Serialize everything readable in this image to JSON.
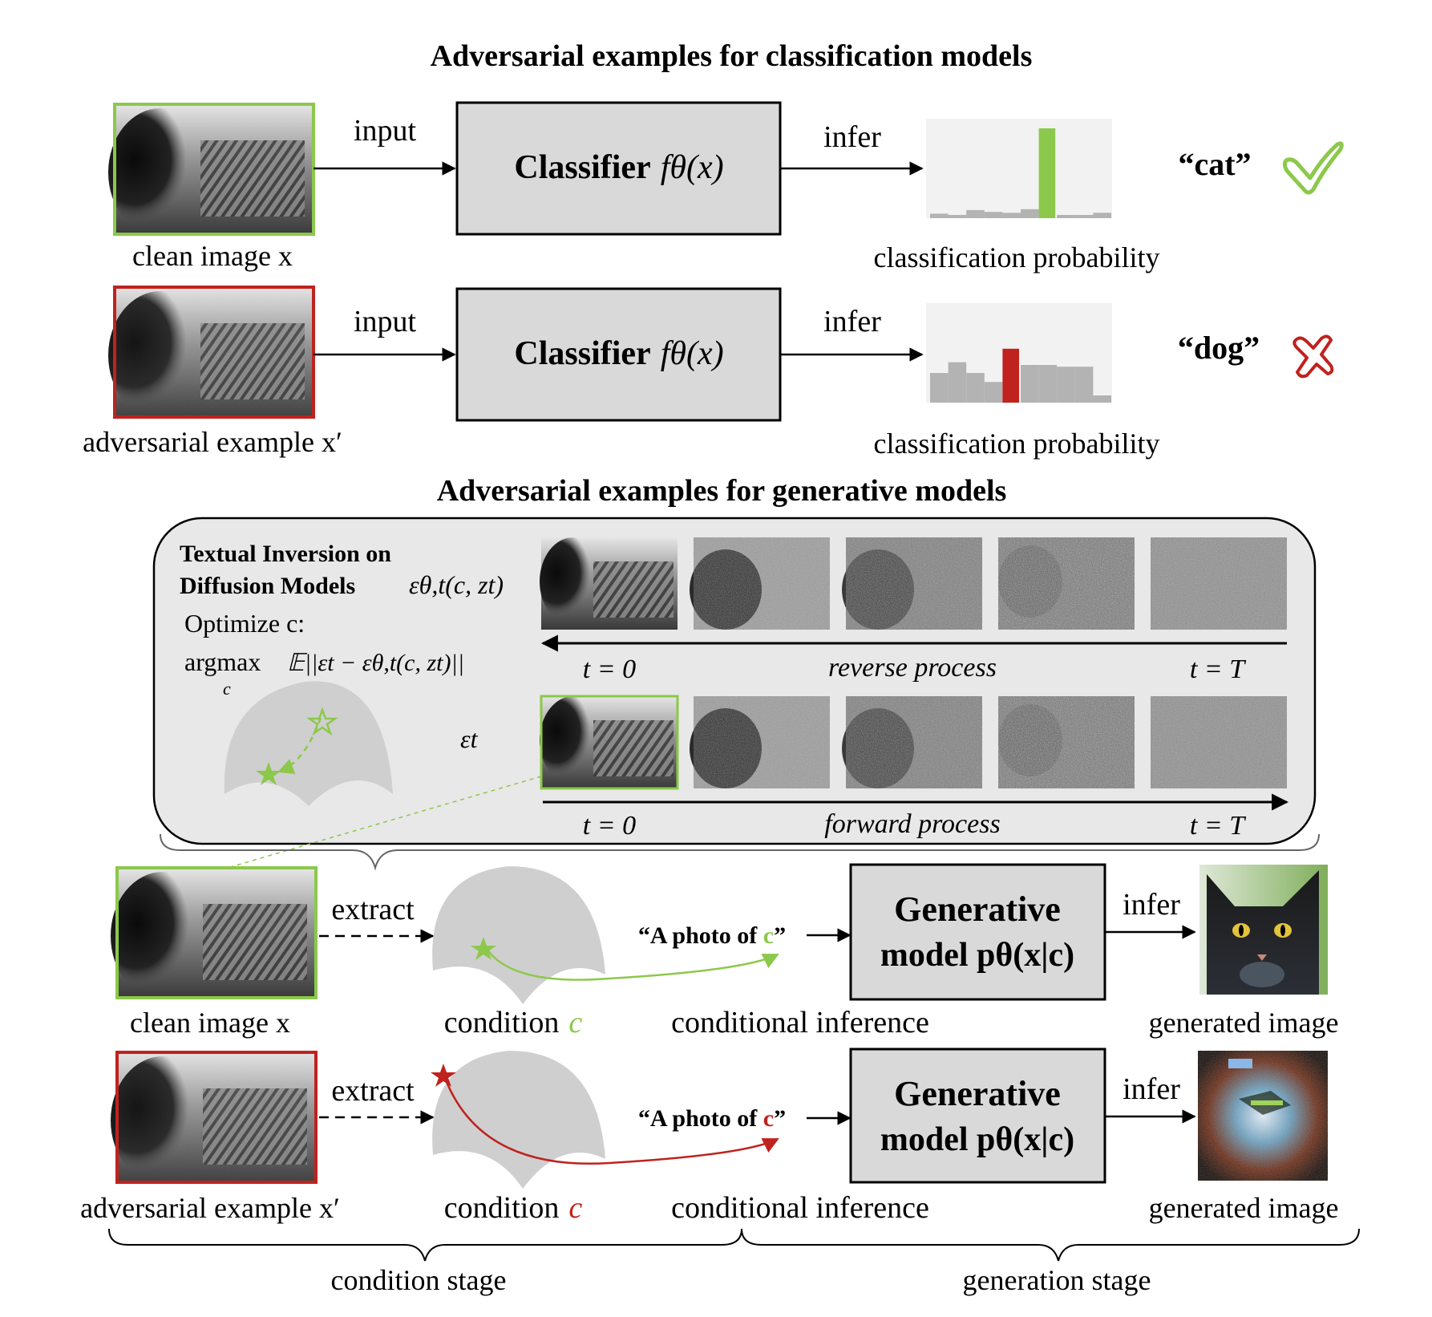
{
  "classification": {
    "title": "Adversarial examples for classification models",
    "clean": {
      "input_label": "input",
      "classifier_label": "Classifier",
      "classifier_math": "fθ(x)",
      "infer_label": "infer",
      "prob_caption": "classification probability",
      "result_label": "“cat”",
      "image_caption": "clean image x",
      "probabilities": [
        0.05,
        0.0,
        0.09,
        0.07,
        0.06,
        0.1,
        1.0,
        0.0,
        0.0,
        0.06
      ],
      "highlight_index": 6
    },
    "adversarial": {
      "input_label": "input",
      "classifier_label": "Classifier",
      "classifier_math": "fθ(x)",
      "infer_label": "infer",
      "prob_caption": "classification probability",
      "result_label": "“dog”",
      "image_caption": "adversarial example x′",
      "probabilities": [
        0.33,
        0.45,
        0.33,
        0.23,
        0.6,
        0.42,
        0.42,
        0.4,
        0.4,
        0.08
      ],
      "highlight_index": 4
    }
  },
  "generative": {
    "title": "Adversarial examples for generative models",
    "inversion_panel": {
      "heading_line1": "Textual Inversion on",
      "heading_line2": "Diffusion Models",
      "eps_theta": "εθ,t(c, zt)",
      "optimize_label": "Optimize c:",
      "argmax_label": "argmax",
      "argmax_sub": "c",
      "objective": "𝔼||εt − εθ,t(c, zt)||",
      "eps_t": "εt",
      "reverse_label": "reverse process",
      "forward_label": "forward process",
      "t_start": "t = 0",
      "t_end": "t = T"
    },
    "clean_row": {
      "image_caption": "clean image x",
      "extract_label": "extract",
      "condition_caption": "condition",
      "condition_symbol": "c",
      "prompt_prefix": "“A photo of ",
      "prompt_symbol": "c",
      "prompt_suffix": "”",
      "inference_caption": "conditional inference",
      "model_line1": "Generative",
      "model_line2": "model pθ(x|c)",
      "infer_label": "infer",
      "generated_caption": "generated image"
    },
    "adversarial_row": {
      "image_caption": "adversarial example x′",
      "extract_label": "extract",
      "condition_caption": "condition",
      "condition_symbol": "c",
      "prompt_prefix": "“A photo of ",
      "prompt_symbol": "c",
      "prompt_suffix": "”",
      "inference_caption": "conditional inference",
      "model_line1": "Generative",
      "model_line2": "model pθ(x|c)",
      "infer_label": "infer",
      "generated_caption": "generated image"
    },
    "stages": {
      "condition_stage": "condition stage",
      "generation_stage": "generation stage"
    }
  },
  "colors": {
    "clean_green": "#8cc84b",
    "adversarial_red": "#c0221e",
    "box_gray": "#d9d9d9",
    "panel_gray": "#e8e8e8",
    "manifold_gray": "#cfcfcf"
  }
}
